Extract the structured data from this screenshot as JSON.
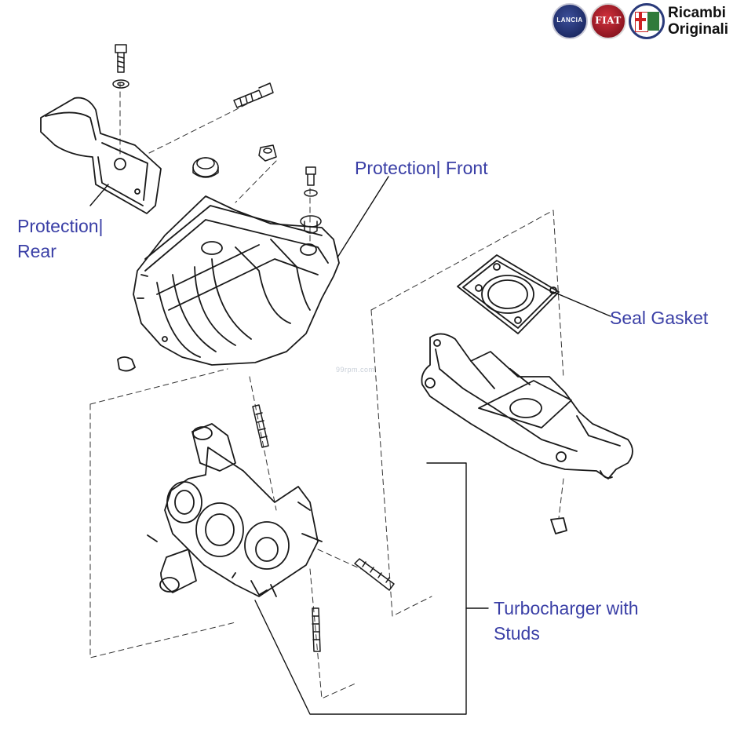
{
  "brand": {
    "logos": [
      "Lancia logo",
      "Fiat logo",
      "Alfa Romeo logo"
    ],
    "line1": "Ricambi",
    "line2": "Originali"
  },
  "watermark": "99rpm.com",
  "callouts": {
    "protection_rear": {
      "line1": "Protection|",
      "line2": "Rear"
    },
    "protection_front": {
      "line1": "Protection| Front"
    },
    "seal_gasket": {
      "line1": "Seal Gasket"
    },
    "turbocharger": {
      "line1": "Turbocharger with",
      "line2": "Studs"
    }
  },
  "colors": {
    "label": "#3a3fa6",
    "linework": "#1a1a1a",
    "dash": "#333333"
  }
}
